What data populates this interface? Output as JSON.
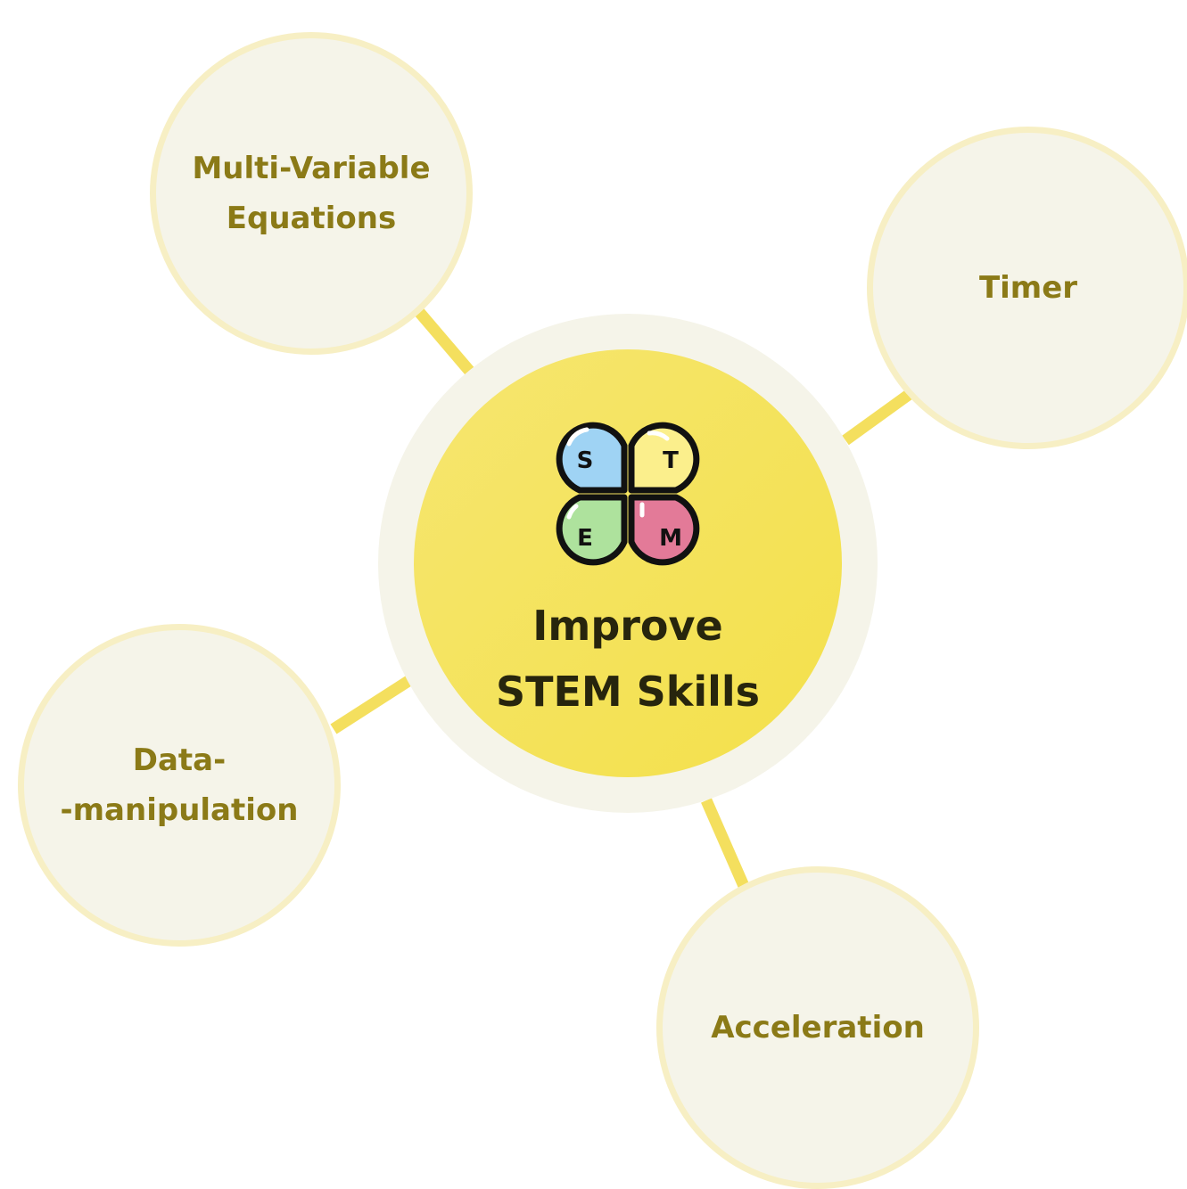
{
  "center": {
    "title": "Improve\nSTEM Skills",
    "logo_letters": [
      "S",
      "T",
      "E",
      "M"
    ],
    "logo_colors": [
      "#9fd3f4",
      "#fbef8c",
      "#aee29d",
      "#e37a98"
    ],
    "icon": "stem-clover-icon"
  },
  "satellites": [
    {
      "label": "Multi-Variable\nEquations"
    },
    {
      "label": "Timer"
    },
    {
      "label": "Data-\n-manipulation"
    },
    {
      "label": "Acceleration"
    }
  ],
  "colors": {
    "hub": "#f4e255",
    "ring": "#f5f4e9",
    "connector": "#f4df5e",
    "satellite_fill": "#f5f4e9",
    "satellite_border": "#f7efc4",
    "satellite_text": "#8b7a17",
    "title_text": "#27250d"
  }
}
